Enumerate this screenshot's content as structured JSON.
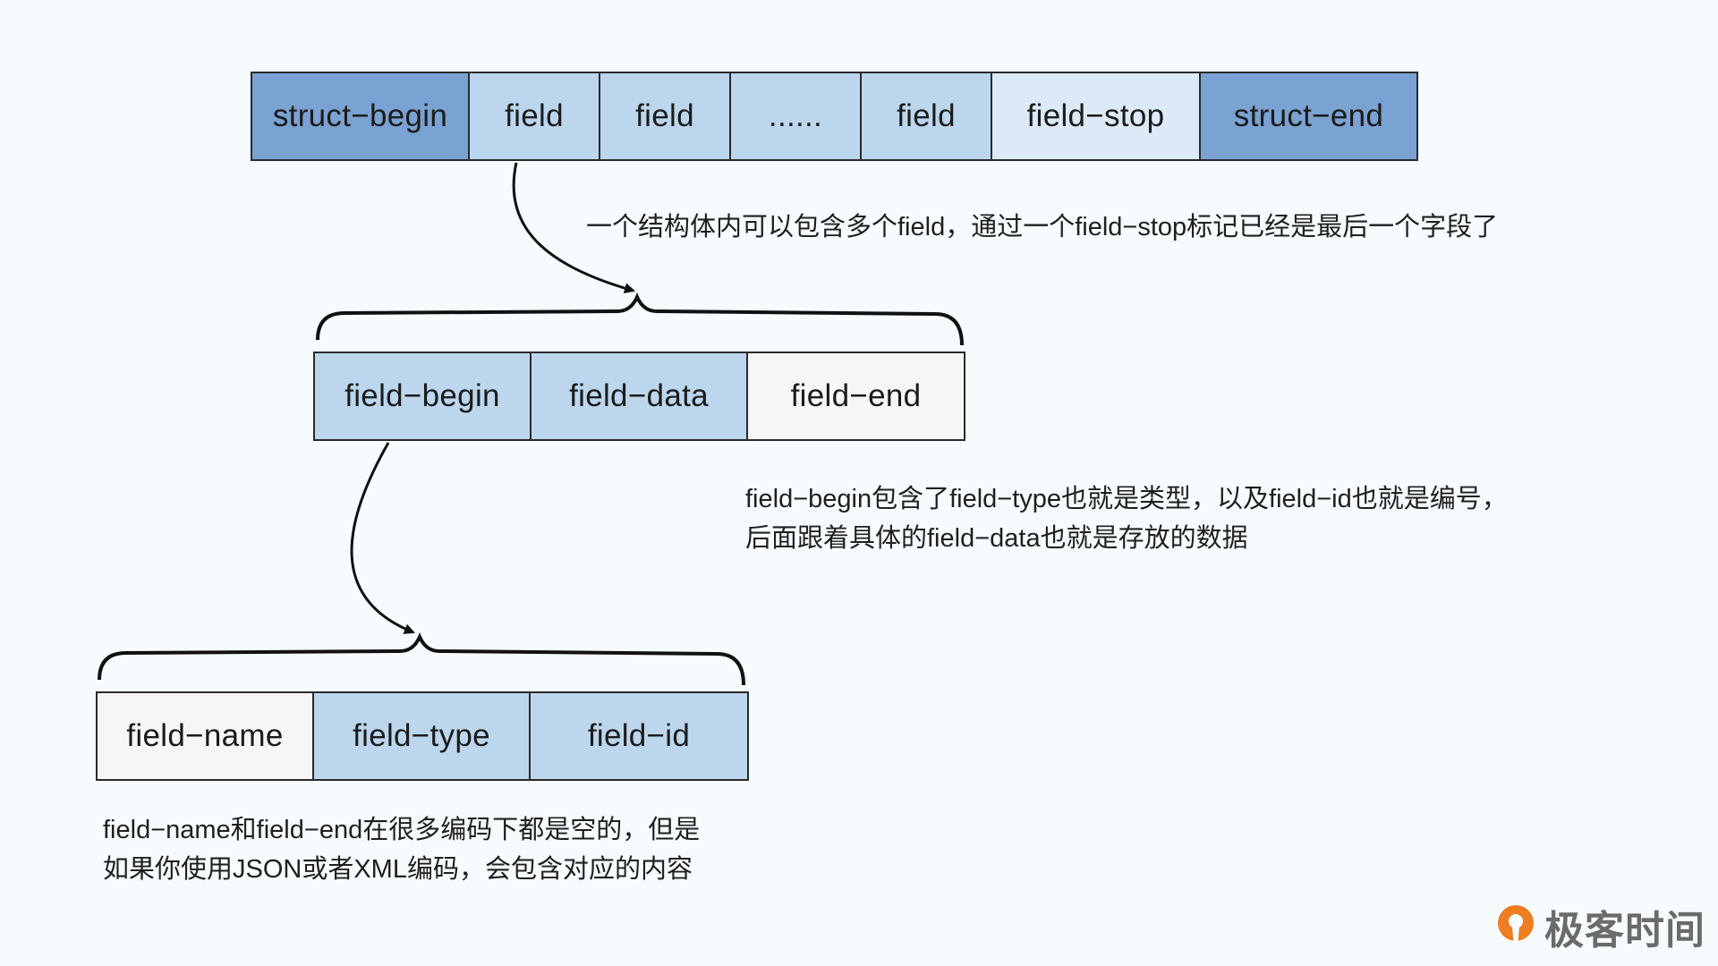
{
  "colors": {
    "dark": "#7aa2d2",
    "mid": "#bcd6ed",
    "light": "#dbeaf6",
    "white": "#f4f6f8",
    "brand_orange": "#ef7d22"
  },
  "struct_row": {
    "cells": [
      "struct−begin",
      "field",
      "field",
      "......",
      "field",
      "field−stop",
      "struct−end"
    ]
  },
  "field_row": {
    "cells": [
      "field−begin",
      "field−data",
      "field−end"
    ]
  },
  "begin_row": {
    "cells": [
      "field−name",
      "field−type",
      "field−id"
    ]
  },
  "notes": {
    "struct_note": "一个结构体内可以包含多个field，通过一个field−stop标记已经是最后一个字段了",
    "field_note_line1": "field−begin包含了field−type也就是类型，以及field−id也就是编号，",
    "field_note_line2": "后面跟着具体的field−data也就是存放的数据",
    "begin_note_line1": "field−name和field−end在很多编码下都是空的，但是",
    "begin_note_line2": "如果你使用JSON或者XML编码，会包含对应的内容"
  },
  "brand": {
    "name": "极客时间",
    "icon": "geektime-logo-icon"
  }
}
